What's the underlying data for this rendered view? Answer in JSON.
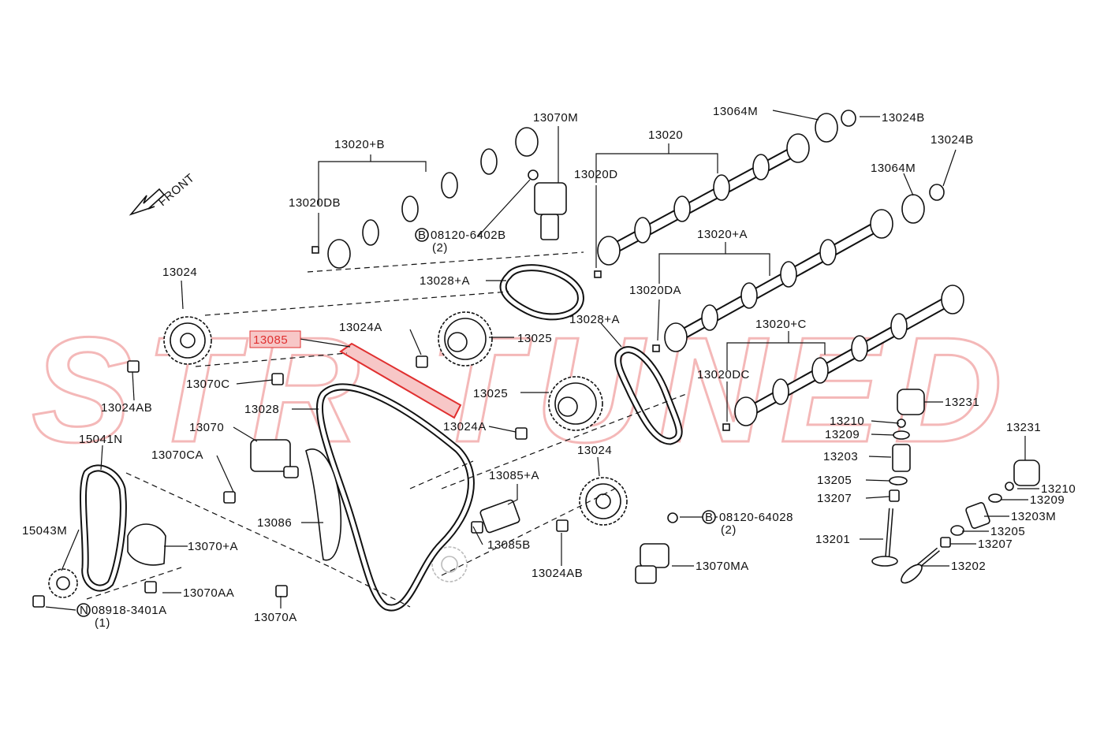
{
  "direction_label": "FRONT",
  "highlight_color": "#e03030",
  "highlight_fill": "#f7c7c7",
  "watermark_color": "#f4b8b8",
  "highlighted_part": "13085",
  "labels": {
    "p13070M": "13070M",
    "p13064M_top": "13064M",
    "p13024B_top": "13024B",
    "p13024B_right": "13024B",
    "p13020": "13020",
    "p13020B": "13020+B",
    "p13020D": "13020D",
    "p13064M_mid": "13064M",
    "p13020DB": "13020DB",
    "p08120_6402B": "08120-6402B",
    "p08120_6402B_qty": "(2)",
    "p13020A": "13020+A",
    "p13024_left": "13024",
    "p13028A_top": "13028+A",
    "p13020DA": "13020DA",
    "p13024A_top": "13024A",
    "p13085": "13085",
    "p13025_top": "13025",
    "p13028A_mid": "13028+A",
    "p13020C": "13020+C",
    "p13070C": "13070C",
    "p13025_mid": "13025",
    "p13020DC": "13020DC",
    "p13024AB_left": "13024AB",
    "p13028": "13028",
    "p13231_a": "13231",
    "p13024A_mid": "13024A",
    "p13210_a": "13210",
    "p13070": "13070",
    "p13209_a": "13209",
    "p15041N": "15041N",
    "p13231_b": "13231",
    "p13024_mid": "13024",
    "p13203": "13203",
    "p13070CA": "13070CA",
    "p13085A": "13085+A",
    "p13205_a": "13205",
    "p13210_b": "13210",
    "p13207_a": "13207",
    "p13209_b": "13209",
    "p08120_64028": "08120-64028",
    "p08120_64028_qty": "(2)",
    "p13086": "13086",
    "p13203M": "13203M",
    "p15043M": "15043M",
    "p13070A_plus": "13070+A",
    "p13085B": "13085B",
    "p13201": "13201",
    "p13205_b": "13205",
    "p13207_b": "13207",
    "p13024AB_mid": "13024AB",
    "p13070MA": "13070MA",
    "p13202": "13202",
    "p13070AA": "13070AA",
    "p08918_3401A": "08918-3401A",
    "p08918_3401A_qty": "(1)",
    "p13070A": "13070A"
  },
  "symbols": {
    "bolt_b": "B",
    "nut_n": "N"
  }
}
